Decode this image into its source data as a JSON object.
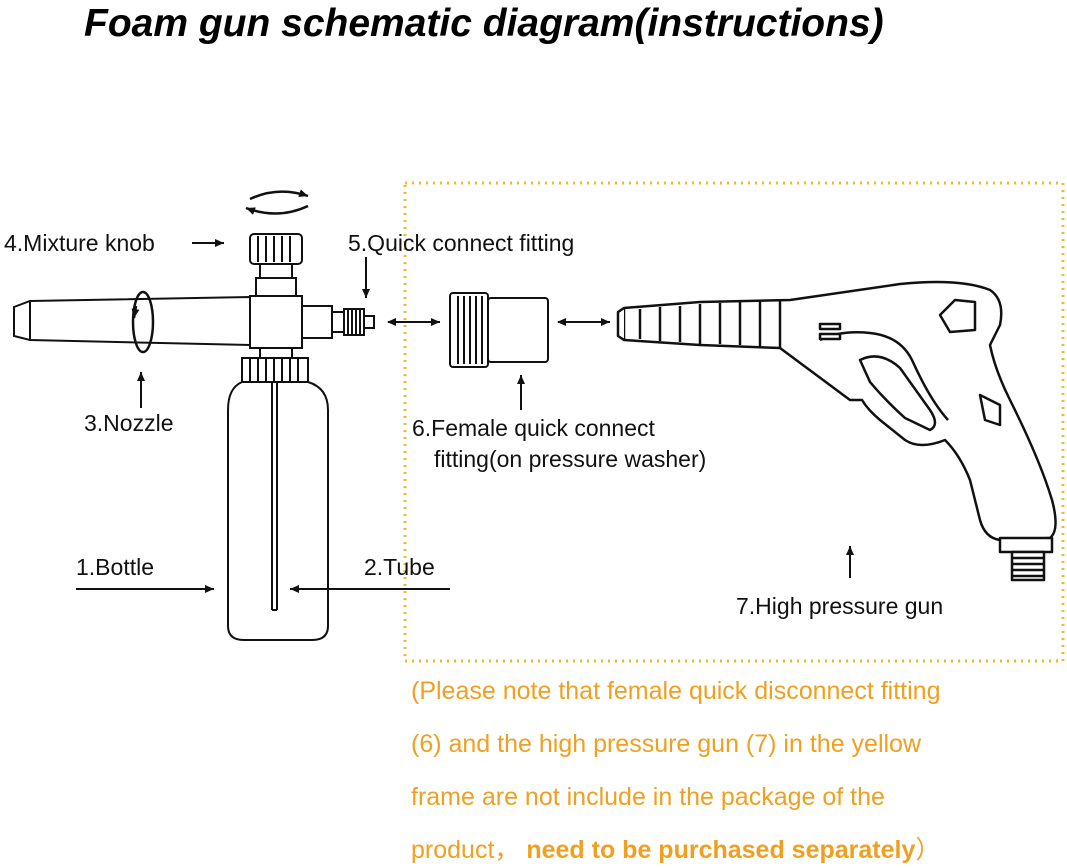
{
  "title": "Foam gun schematic diagram(instructions)",
  "labels": {
    "bottle": "1.Bottle",
    "tube": "2.Tube",
    "nozzle": "3.Nozzle",
    "knob": "4.Mixture knob",
    "quick_fitting": "5.Quick connect fitting",
    "female_line1": "6.Female quick connect",
    "female_line2": "fitting(on pressure washer)",
    "gun": "7.High pressure gun"
  },
  "note": {
    "line1": "(Please note that female quick disconnect fitting",
    "line2": "(6) and the high pressure gun (7) in the yellow",
    "line3": "frame are not include in the package of the",
    "line4_prefix": "product，",
    "line4_bold": "need to be purchased separately",
    "line4_suffix": "）"
  },
  "colors": {
    "frame": "#f0b830",
    "note_text": "#f0a020",
    "line": "#111111"
  }
}
